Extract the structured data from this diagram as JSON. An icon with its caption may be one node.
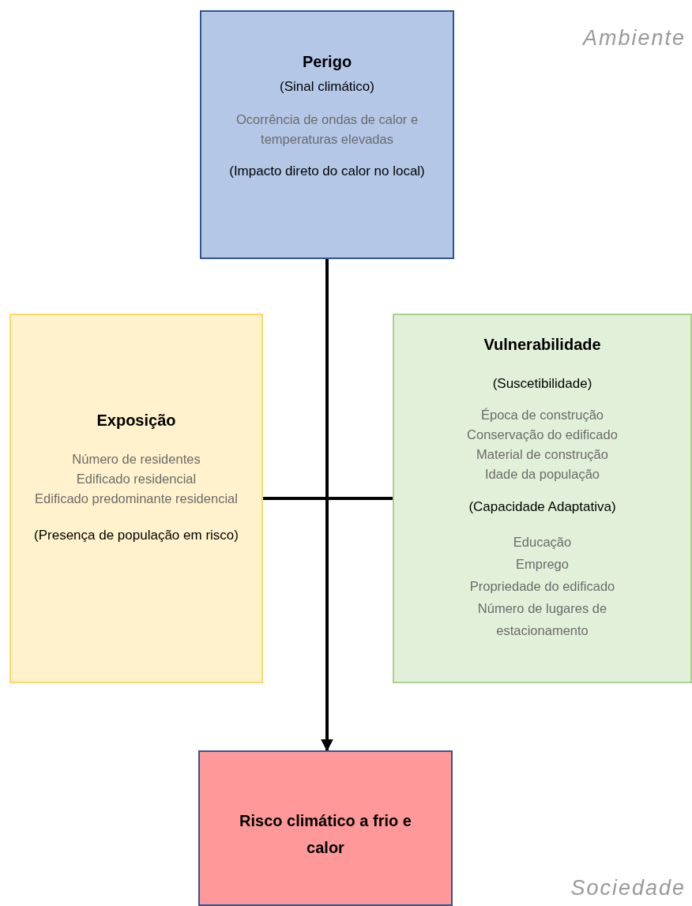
{
  "diagram": {
    "nodes": [
      {
        "text": [
          "Perigo",
          "(Sinal climático)",
          "Ocorrência de ondas de calor e temperaturas elevadas",
          "(Impacto direto do calor no local)"
        ]
      },
      {
        "text": [
          "Exposição",
          "Número de residentes",
          "Edificado residencial",
          "Edificado predominante residencial",
          "(Presença de população em risco)"
        ]
      },
      {
        "text": [
          "Vulnerabilidade",
          "(Suscetibilidade)",
          "Época de construção",
          "Conservação do edificado",
          "Material de construção",
          "Idade da população",
          "(Capacidade Adaptativa)",
          "Educação",
          "Emprego",
          "Propriedade do edificado",
          "Número de lugares de estacionamento"
        ]
      },
      {
        "text": [
          "Risco climático a frio e calor"
        ]
      }
    ],
    "edges": [
      {
        "from": 0,
        "to": 3,
        "arrow": "to"
      },
      {
        "from": 1,
        "to": 2,
        "arrow": "none"
      }
    ],
    "labels": [
      "Ambiente",
      "Sociedade"
    ]
  }
}
